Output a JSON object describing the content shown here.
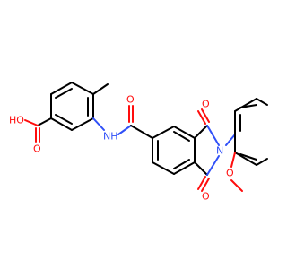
{
  "atoms": {
    "acid_oh": "HO",
    "acid_o": "O",
    "amide_o": "O",
    "amide_nh": "NH",
    "imide_o_top": "O",
    "imide_o_bottom": "O",
    "imide_n": "N",
    "methoxy_o": "O"
  },
  "colors": {
    "carbon": "#000000",
    "oxygen": "#ff0d0d",
    "nitrogen": "#3050f8",
    "background": "#ffffff"
  }
}
